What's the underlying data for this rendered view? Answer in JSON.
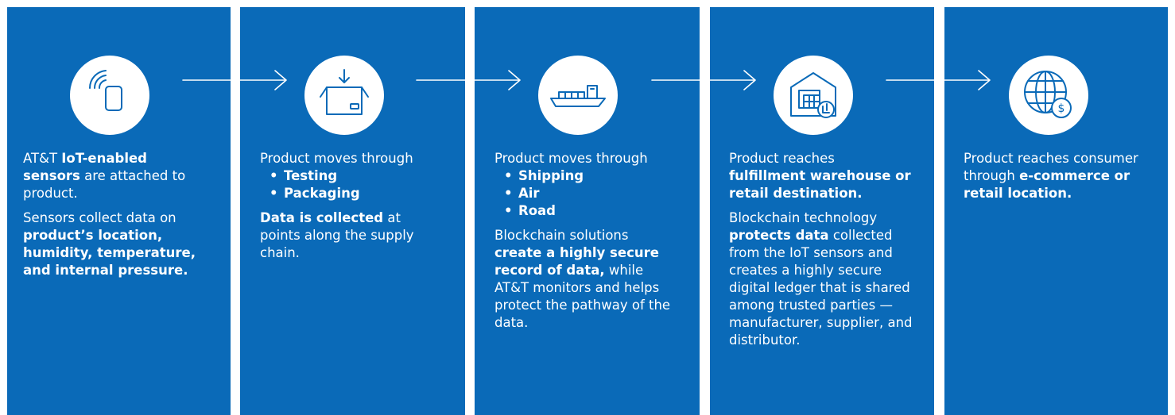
{
  "steps": [
    {
      "icon": "iot-sensor-icon",
      "paragraphs": [
        {
          "a": "AT&T ",
          "b": "IoT-enabled sensors",
          "c": " are attached to product."
        },
        {
          "a": "Sensors collect data on ",
          "b": "product’s location, humidity, temperature, and internal pressure.",
          "c": ""
        }
      ]
    },
    {
      "icon": "package-box-icon",
      "intro": "Product moves through",
      "bullets": [
        "Testing",
        "Packaging"
      ],
      "paragraphs": [
        {
          "a": "",
          "b": "Data is collected",
          "c": " at points along the supply chain."
        }
      ]
    },
    {
      "icon": "cargo-ship-icon",
      "intro": "Product moves through",
      "bullets": [
        "Shipping",
        "Air",
        "Road"
      ],
      "paragraphs": [
        {
          "a": "Blockchain solutions ",
          "b": "create a highly secure record of data,",
          "c": " while AT&T monitors and helps protect the pathway of the data."
        }
      ]
    },
    {
      "icon": "warehouse-icon",
      "paragraphs": [
        {
          "a": "Product reaches ",
          "b": "fulfillment warehouse or retail destination.",
          "c": ""
        },
        {
          "a": "Blockchain technology ",
          "b": "protects data",
          "c": " collected from the IoT sensors and creates a highly secure digital ledger that is shared among trusted parties — manufacturer, supplier, and distributor."
        }
      ]
    },
    {
      "icon": "globe-dollar-icon",
      "paragraphs": [
        {
          "a": "Product reaches consumer through ",
          "b": "e-commerce or retail location.",
          "c": ""
        }
      ]
    }
  ],
  "colors": {
    "panel": "#0a6ab8",
    "icon_stroke": "#0a6ab8",
    "text": "#ffffff"
  }
}
